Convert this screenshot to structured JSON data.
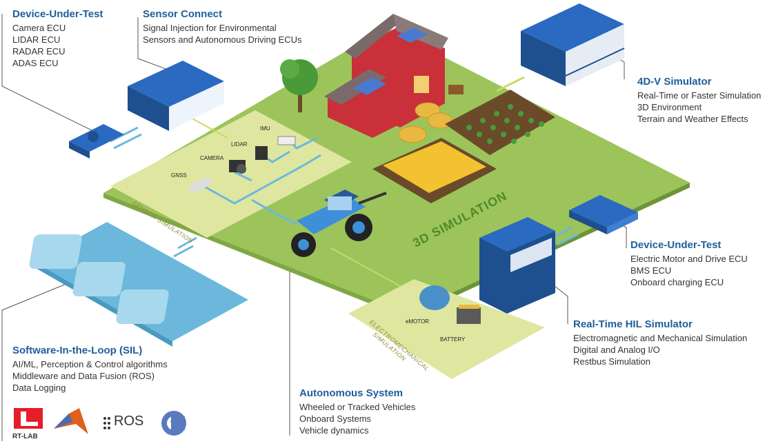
{
  "dut_top": {
    "title": "Device-Under-Test",
    "lines": [
      "Camera ECU",
      "LIDAR ECU",
      "RADAR ECU",
      "ADAS ECU"
    ]
  },
  "sensor_connect": {
    "title": "Sensor Connect",
    "lines": [
      "Signal Injection for Environmental",
      "Sensors and Autonomous Driving ECUs"
    ]
  },
  "simulator_4dv": {
    "title": "4D-V Simulator",
    "lines": [
      "Real-Time or Faster Simulation",
      "3D Environment",
      "Terrain and Weather Effects"
    ]
  },
  "dut_right": {
    "title": "Device-Under-Test",
    "lines": [
      "Electric Motor and Drive ECU",
      "BMS ECU",
      "Onboard charging ECU"
    ]
  },
  "hil": {
    "title": "Real-Time HIL Simulator",
    "lines": [
      "Electromagnetic and Mechanical Simulation",
      "Digital and Analog I/O",
      "Restbus Simulation"
    ]
  },
  "sil": {
    "title": "Software-In-the-Loop (SIL)",
    "lines": [
      "AI/ML, Perception & Control algorithms",
      "Middleware and Data Fusion (ROS)",
      "Data Logging"
    ]
  },
  "autonomous": {
    "title": "Autonomous System",
    "lines": [
      "Wheeled or Tracked Vehicles",
      "Onboard Systems",
      "Vehicle dynamics"
    ]
  },
  "sensor_zone": {
    "label": "SENSOR SIMULATION",
    "sensors": {
      "imu": "IMU",
      "lidar": "LIDAR",
      "camera": "CAMERA",
      "gnss": "GNSS"
    }
  },
  "electro_zone": {
    "label_line1": "ELECTROMECHANICAL",
    "label_line2": "SIMULATION",
    "emotor": "eMOTOR",
    "battery": "BATTERY"
  },
  "sim3d": {
    "label": "3D SIMULATION"
  },
  "logos": {
    "rtlab": "RT-LAB",
    "ros": "ROS",
    "cpp": "C++"
  },
  "colors": {
    "title_blue": "#1f5d99",
    "ground_green": "#9cc45a",
    "zone_yellow": "#dfe6a0",
    "sil_blue": "#6bb8dc",
    "device_blue": "#1e4f8f"
  }
}
